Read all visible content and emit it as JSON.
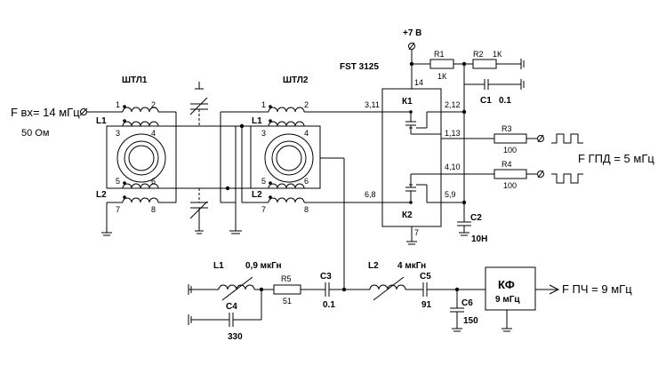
{
  "labels": {
    "input_label": "F вх= 14 мГц",
    "input_impedance": "50 Ом",
    "power_label": "+7 В",
    "chip_name": "FST 3125",
    "gpd_label": "F ГПД = 5 мГц",
    "output_label": "F ПЧ = 9 мГц"
  },
  "transformers": {
    "t1": "ШТЛ1",
    "t2": "ШТЛ2",
    "winding1": "L1",
    "winding2": "L2",
    "pins": [
      "1",
      "2",
      "3",
      "4",
      "5",
      "6",
      "7",
      "8"
    ]
  },
  "chip": {
    "switch1": "К1",
    "switch2": "К2",
    "pin_power": "14",
    "pin_gnd": "7",
    "pin_a1": "3,11",
    "pin_b1": "2,12",
    "pin_c1": "1,13",
    "pin_a2": "6,8",
    "pin_b2": "5,9",
    "pin_c2": "4,10"
  },
  "components": {
    "R1": {
      "name": "R1",
      "value": "1К"
    },
    "R2": {
      "name": "R2",
      "value": "1К"
    },
    "C1": {
      "name": "C1",
      "value": "0.1"
    },
    "C2": {
      "name": "C2",
      "value": "10Н"
    },
    "R3": {
      "name": "R3",
      "value": "100"
    },
    "R4": {
      "name": "R4",
      "value": "100"
    },
    "L1": {
      "name": "L1",
      "value": "0,9 мкГн"
    },
    "L2": {
      "name": "L2",
      "value": "4 мкГн"
    },
    "R5": {
      "name": "R5",
      "value": "51"
    },
    "C3": {
      "name": "C3",
      "value": "0.1"
    },
    "C4": {
      "name": "C4",
      "value": "330"
    },
    "C5": {
      "name": "C5",
      "value": "91"
    },
    "C6": {
      "name": "C6",
      "value": "150"
    }
  },
  "filter": {
    "title": "КФ",
    "freq": "9 мГц"
  }
}
